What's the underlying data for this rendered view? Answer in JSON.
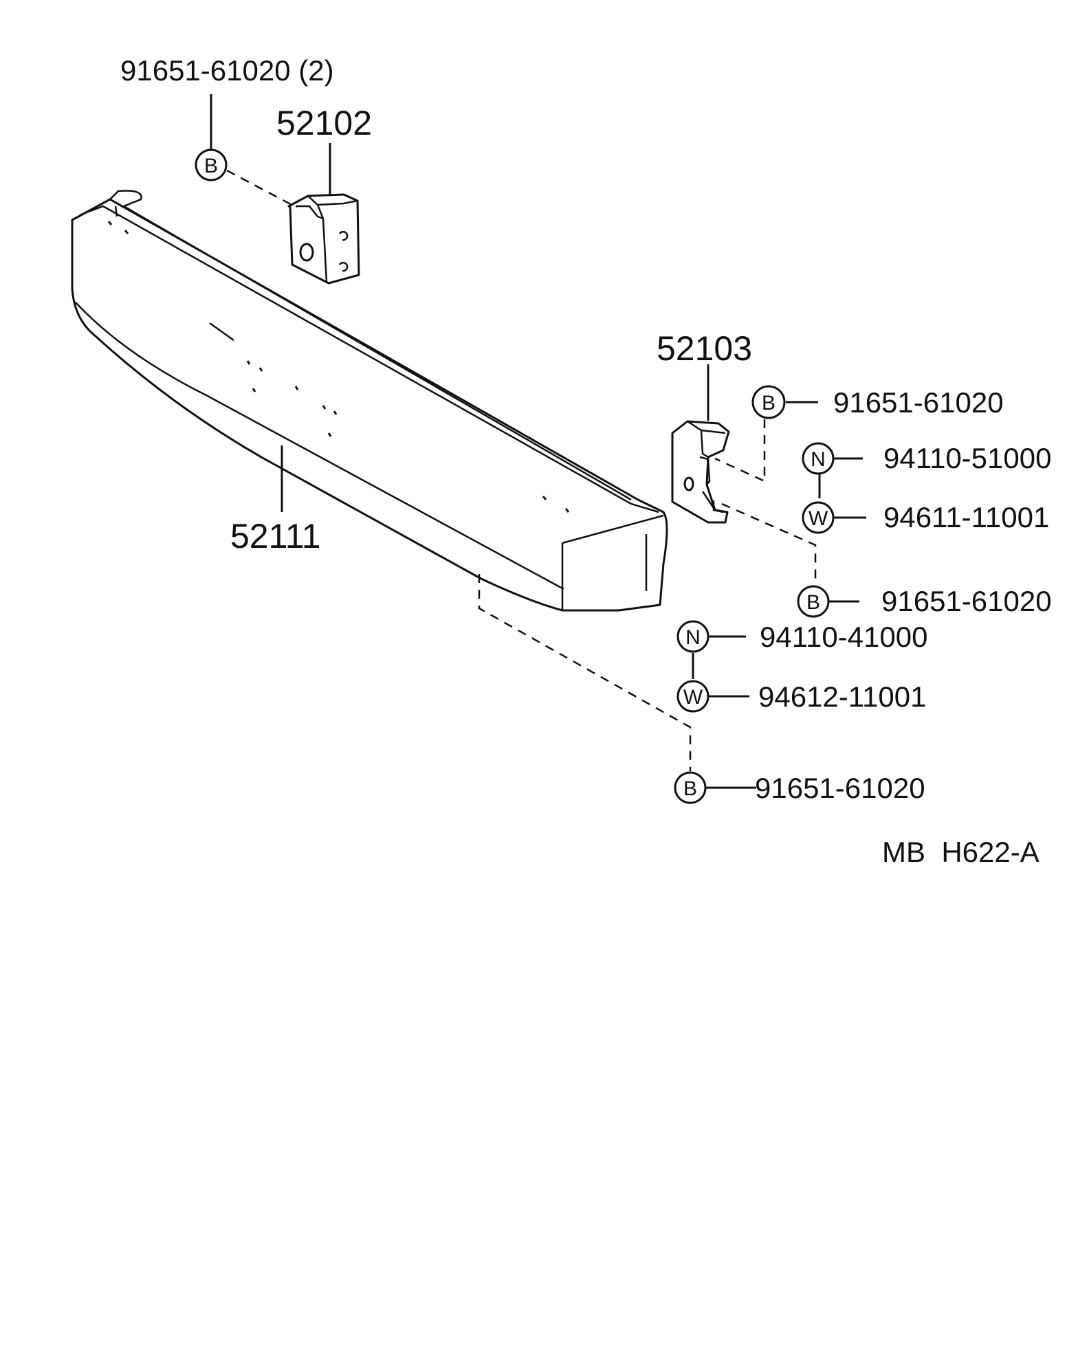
{
  "callouts": {
    "bracket_bolts_top": "91651-61020 (2)",
    "bracket_left": "52102",
    "bracket_right": "52103",
    "bumper": "52111",
    "right_bolt_upper": "91651-61020",
    "right_nut": "94110-51000",
    "right_washer": "94611-11001",
    "right_bolt_lower": "91651-61020",
    "center_nut": "94110-41000",
    "center_washer": "94612-11001",
    "center_bolt": "91651-61020"
  },
  "symbols": {
    "bolt": "B",
    "nut": "N",
    "washer": "W"
  },
  "reference": {
    "code": "MB  H622-A"
  }
}
